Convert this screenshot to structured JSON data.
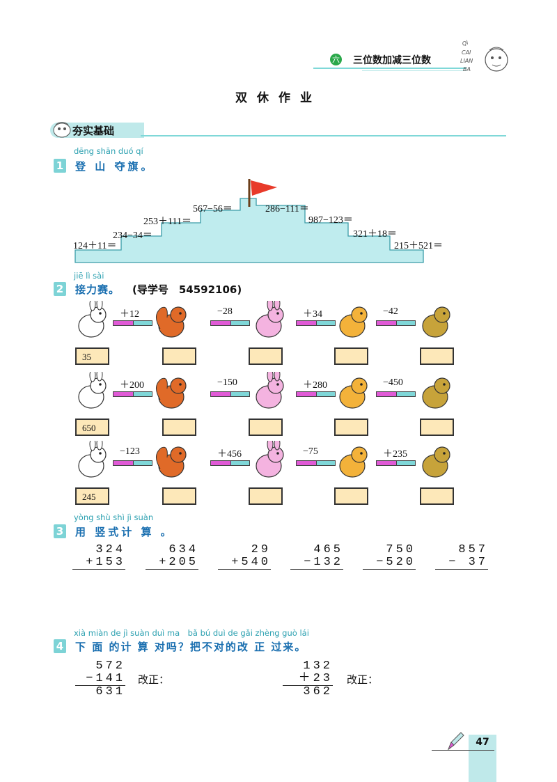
{
  "header": {
    "chapter_number": "六",
    "chapter_title": "三位数加减三位数",
    "badge_letters": [
      "QI",
      "CAI",
      "LIAN",
      "BA"
    ]
  },
  "page_title": "双休作业",
  "section": {
    "label": "夯实基础"
  },
  "q1": {
    "number": "1",
    "pinyin": "dēng shān duó qí",
    "text": "登 山 夺旗。",
    "equations": [
      "124＋11＝",
      "234−34＝",
      "253＋111＝",
      "567−56＝",
      "286−111＝",
      "987−123＝",
      "321＋18＝",
      "215＋521＝"
    ]
  },
  "q2": {
    "number": "2",
    "pinyin": "jiē lì sài",
    "text": "接力赛。",
    "note": "(导学号　54592106)",
    "rows": [
      {
        "start": "35",
        "ops": [
          "＋12",
          "−28",
          "＋34",
          "−42"
        ]
      },
      {
        "start": "650",
        "ops": [
          "＋200",
          "−150",
          "＋280",
          "−450"
        ]
      },
      {
        "start": "245",
        "ops": [
          "−123",
          "＋456",
          "−75",
          "＋235"
        ]
      }
    ]
  },
  "q3": {
    "number": "3",
    "pinyin": "yòng shù shì jì suàn",
    "text": "用 竖式计 算 。",
    "problems": [
      {
        "top": "324",
        "bottom": "+153"
      },
      {
        "top": "634",
        "bottom": "+205"
      },
      {
        "top": "29",
        "bottom": "+540"
      },
      {
        "top": "465",
        "bottom": "−132"
      },
      {
        "top": "750",
        "bottom": "−520"
      },
      {
        "top": "857",
        "bottom": "− 37"
      }
    ]
  },
  "q4": {
    "number": "4",
    "pinyin": "xià miàn de jì suàn duì ma　bǎ bú duì de gǎi zhèng guò lái",
    "text": "下 面 的计 算 对吗？把不对的改 正 过来。",
    "problems": [
      {
        "top": "572",
        "bottom": "−141",
        "result": "631",
        "fix_label": "改正："
      },
      {
        "top": "132",
        "bottom": "＋23",
        "result": "362",
        "fix_label": "改正："
      }
    ]
  },
  "page_number": "47",
  "colors": {
    "accent": "#7dd3d6",
    "question_text": "#1a6fb0",
    "box_fill": "#fde8b9",
    "baton_pink": "#e05ad6",
    "baton_cyan": "#7fd7d8"
  }
}
